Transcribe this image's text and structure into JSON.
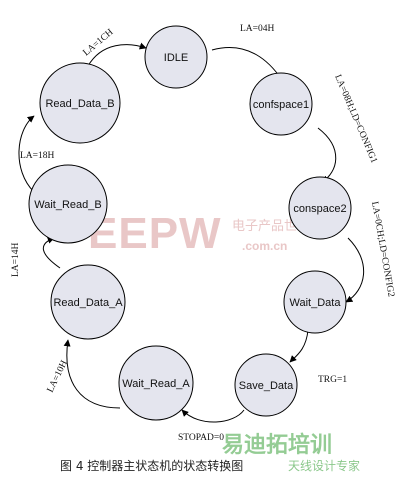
{
  "nodes": [
    {
      "id": "idle",
      "label": "IDLE"
    },
    {
      "id": "confspace1",
      "label": "confspace1"
    },
    {
      "id": "conspace2",
      "label": "conspace2"
    },
    {
      "id": "wait_data",
      "label": "Wait_Data"
    },
    {
      "id": "save_data",
      "label": "Save_Data"
    },
    {
      "id": "wait_read_a",
      "label": "Wait_Read_A"
    },
    {
      "id": "read_data_a",
      "label": "Read_Data_A"
    },
    {
      "id": "wait_read_b",
      "label": "Wait_Read_B"
    },
    {
      "id": "read_data_b",
      "label": "Read_Data_B"
    }
  ],
  "edges": [
    {
      "id": "idle_to_confspace1",
      "label": "LA=04H"
    },
    {
      "id": "confspace1_to_conspace2",
      "label": "LA=08H;LD=CONFIG1"
    },
    {
      "id": "conspace2_to_wait_data",
      "label": "LA=0CH;LD=CONFIG2"
    },
    {
      "id": "wait_data_to_save_data",
      "label": "TRG=1"
    },
    {
      "id": "save_data_to_wait_read_a",
      "label": "STOPAD=0"
    },
    {
      "id": "wait_read_a_to_read_data_a",
      "label": "LA=10H"
    },
    {
      "id": "read_data_a_to_wait_read_b",
      "label": "LA=14H"
    },
    {
      "id": "wait_read_b_to_read_data_b",
      "label": "LA=18H"
    },
    {
      "id": "read_data_b_to_idle",
      "label": "LA=1CH"
    }
  ],
  "caption": "图 4  控制器主状态机的状态转换图",
  "watermark": {
    "logo": "EEPW",
    "chinese": "电子产品世界",
    "url": ".com.cn",
    "brand": "易迪拓培训",
    "brand_tail": "天线设计专家"
  },
  "colors": {
    "node_fill": "#e4e5ee",
    "node_stroke": "#000000",
    "watermark_red": "#e9c7c7",
    "watermark_green": "#3ea33e"
  }
}
